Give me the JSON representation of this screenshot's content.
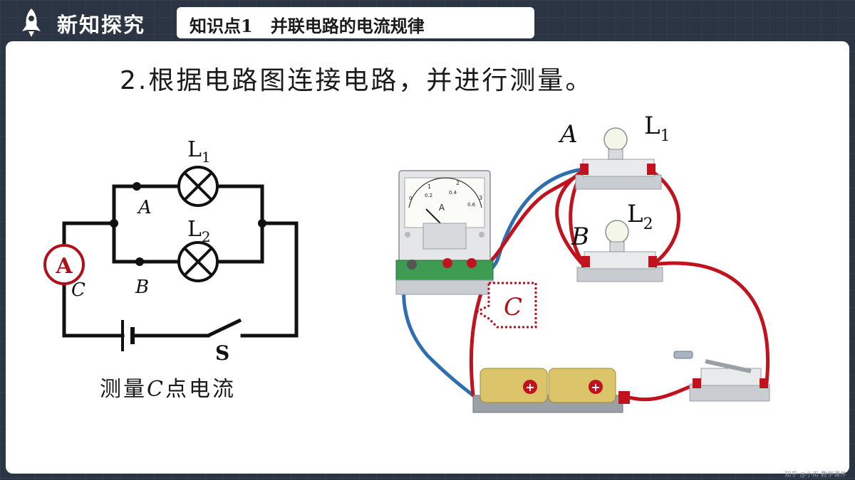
{
  "header": {
    "section_title": "新知探究",
    "topic_title": "知识点1   并联电路的电流规律"
  },
  "step_text": "2.根据电路图连接电路，并进行测量。",
  "schematic": {
    "lamp1": "L",
    "lamp1_sub": "1",
    "lamp2": "L",
    "lamp2_sub": "2",
    "point_a": "A",
    "point_b": "B",
    "point_c": "C",
    "ammeter": "A",
    "switch": "S",
    "caption_prefix": "测量",
    "caption_var": "C",
    "caption_suffix": "点电流"
  },
  "apparatus": {
    "lamp1": "L",
    "lamp1_sub": "1",
    "lamp2": "L",
    "lamp2_sub": "2",
    "point_a": "A",
    "point_b": "B",
    "callout_c": "C",
    "meter_unit": "A",
    "meter_scale_top": [
      "1",
      "2",
      "3"
    ],
    "meter_scale_bottom": [
      "0.2",
      "0.4",
      "0.6"
    ],
    "meter_zero": "0",
    "battery_plus": "+"
  },
  "colors": {
    "red_wire": "#c0131d",
    "blue_wire": "#2f6fb0",
    "callout": "#b0101a",
    "battery": "#dcc46a"
  },
  "watermark": "知乎 @小雨 教学课件"
}
